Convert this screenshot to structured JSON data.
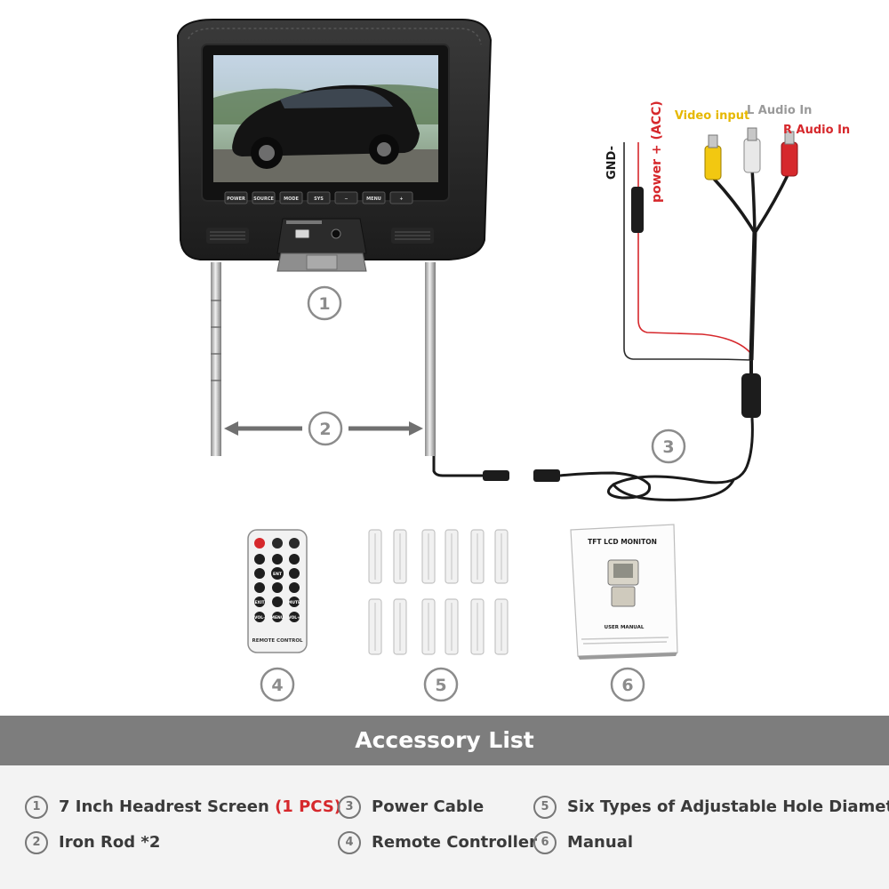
{
  "callouts": [
    "1",
    "2",
    "3",
    "4",
    "5",
    "6"
  ],
  "monitor_buttons": [
    "POWER",
    "SOURCE",
    "MODE",
    "SYS",
    "−",
    "MENU",
    "+"
  ],
  "wire_labels": {
    "gnd": "GND-",
    "power": "power + (ACC)",
    "video": "Video input",
    "l_audio": "L Audio In",
    "r_audio": "R Audio In"
  },
  "remote": {
    "label": "REMOTE CONTROL",
    "keys": [
      "EXIT",
      "MUTE",
      "VOL-",
      "MENU",
      "VOL+",
      "ENT"
    ]
  },
  "manual": {
    "title": "TFT LCD MONITON",
    "subtitle": "USER MANUAL"
  },
  "banner_title": "Accessory List",
  "accessories": [
    {
      "num": "1",
      "label": "7 Inch Headrest Screen",
      "qty": "(1 PCS)"
    },
    {
      "num": "2",
      "label": "Iron Rod *2"
    },
    {
      "num": "3",
      "label": "Power Cable"
    },
    {
      "num": "4",
      "label": "Remote Controller"
    },
    {
      "num": "5",
      "label": "Six Types of Adjustable Hole Diameter"
    },
    {
      "num": "6",
      "label": "Manual"
    }
  ],
  "colors": {
    "banner": "#7d7d7d",
    "legend_bg": "#f3f3f3",
    "qty_red": "#d6282c",
    "video_yellow": "#f2c811",
    "audio_red": "#d6282c",
    "audio_white": "#e8e8e8"
  }
}
